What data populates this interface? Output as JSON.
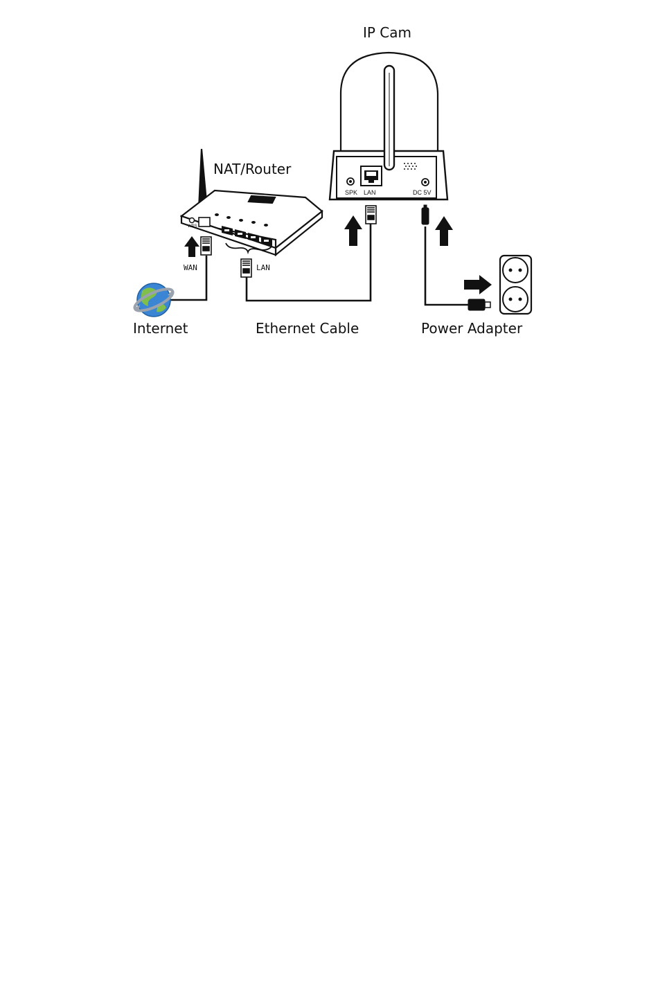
{
  "labels": {
    "ip_cam": "IP Cam",
    "nat_router": "NAT/Router",
    "internet": "Internet",
    "ethernet_cable": "Ethernet Cable",
    "power_adapter": "Power Adapter",
    "wan": "WAN",
    "lan": "LAN",
    "wps": "WPS",
    "spk": "SPK",
    "cam_lan": "LAN",
    "dc": "DC 5V"
  },
  "icons": {
    "globe": "internet-globe-icon",
    "router": "router-icon",
    "camera": "ip-camera-icon",
    "outlet": "power-outlet-icon",
    "arrow": "arrow-icon",
    "connector": "rj45-connector-icon"
  },
  "colors": {
    "line": "#111111",
    "globe_blue": "#3a86d4",
    "globe_grey": "#9aa3ad"
  }
}
